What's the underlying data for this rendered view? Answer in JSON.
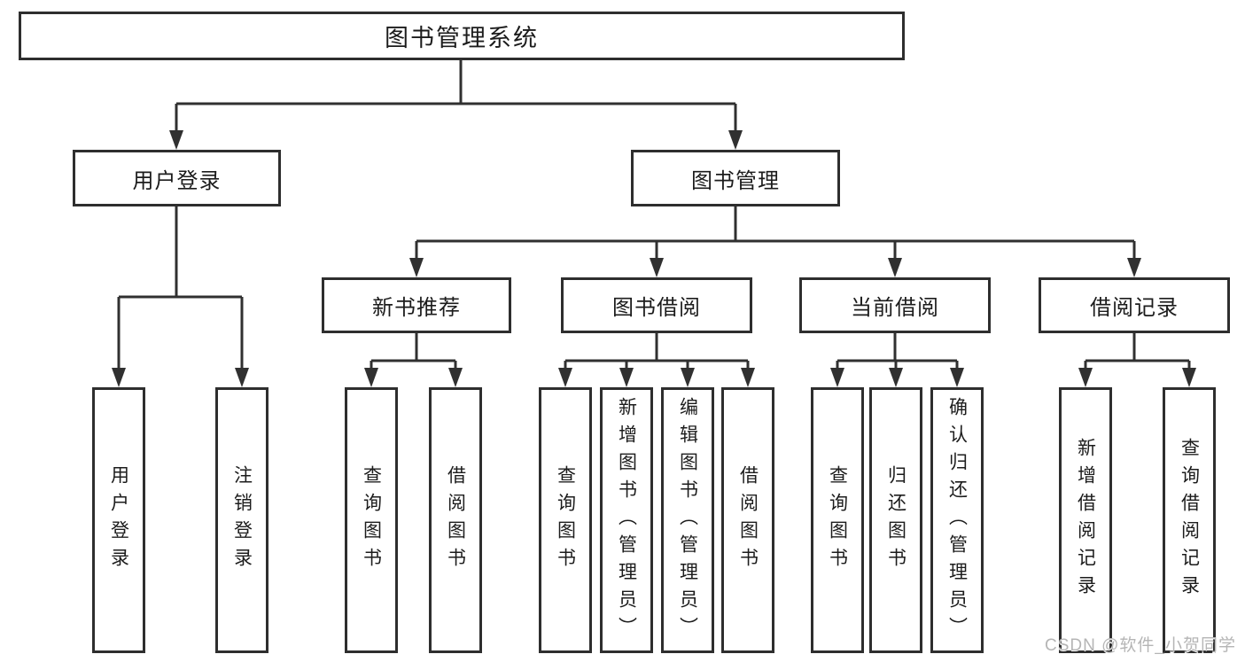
{
  "diagram_type": "hierarchy-chart",
  "colors": {
    "line": "#303030",
    "box_border": "#2e2e2e",
    "text": "#1c1c1c",
    "background": "#ffffff",
    "watermark": "#b5b5b5"
  },
  "tree": {
    "root": {
      "label": "图书管理系统",
      "children": [
        {
          "label": "用户登录",
          "children": [
            {
              "label": "用户登录"
            },
            {
              "label": "注销登录"
            }
          ]
        },
        {
          "label": "图书管理",
          "children": [
            {
              "label": "新书推荐",
              "children": [
                {
                  "label": "查询图书"
                },
                {
                  "label": "借阅图书"
                }
              ]
            },
            {
              "label": "图书借阅",
              "children": [
                {
                  "label": "查询图书"
                },
                {
                  "label": "新增图书（管理员）"
                },
                {
                  "label": "编辑图书（管理员）"
                },
                {
                  "label": "借阅图书"
                }
              ]
            },
            {
              "label": "当前借阅",
              "children": [
                {
                  "label": "查询图书"
                },
                {
                  "label": "归还图书"
                },
                {
                  "label": "确认归还（管理员）"
                }
              ]
            },
            {
              "label": "借阅记录",
              "children": [
                {
                  "label": "新增借阅记录"
                },
                {
                  "label": "查询借阅记录"
                }
              ]
            }
          ]
        }
      ]
    }
  },
  "watermark": "CSDN @软件_小贺同学"
}
